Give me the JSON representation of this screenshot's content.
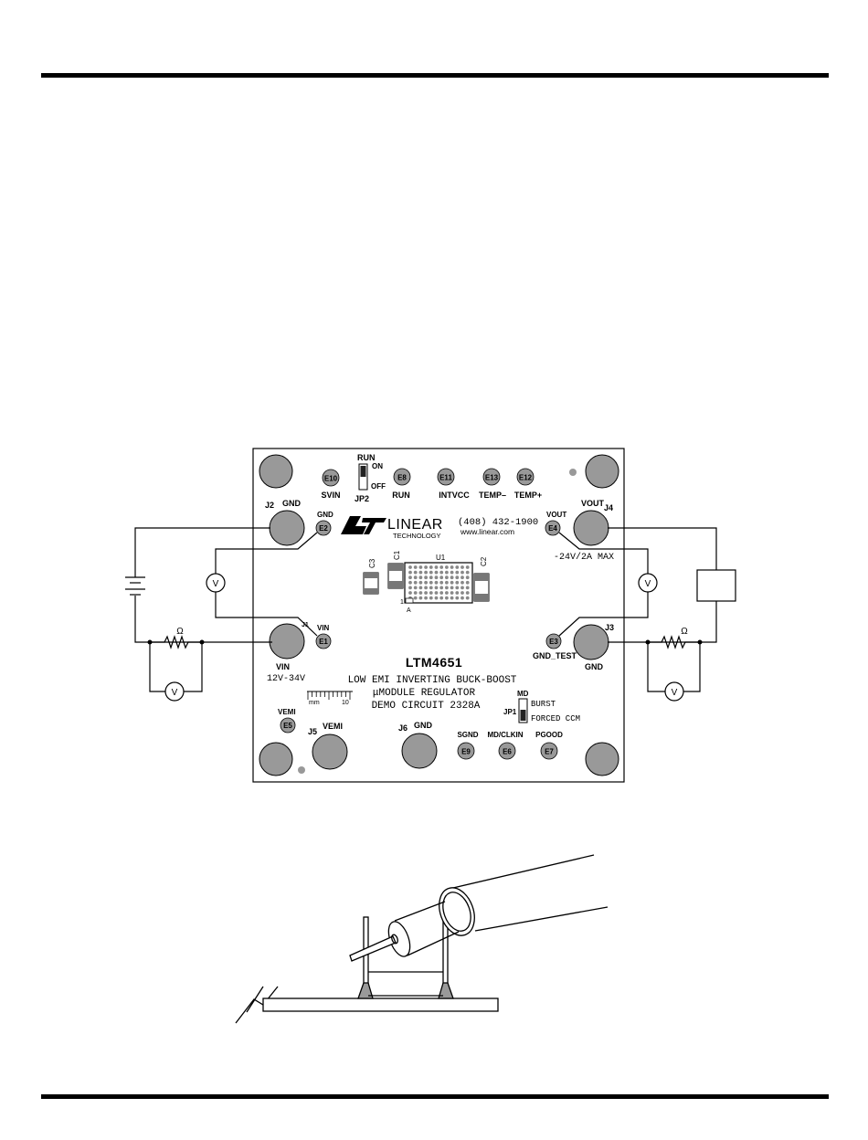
{
  "board": {
    "labels": {
      "run": "RUN",
      "on": "ON",
      "off": "OFF",
      "jp2": "JP2",
      "j2": "J2",
      "gnd_j2": "GND",
      "gnd_e2": "GND",
      "j4": "J4",
      "vout_j4": "VOUT",
      "vout_e4": "VOUT",
      "vout_spec": "-24V/2A MAX",
      "j1": "J1",
      "vin_j1": "VIN",
      "vin_main": "VIN",
      "vin_range": "12V-34V",
      "j3": "J3",
      "gnd_j3": "GND",
      "gnd_test": "GND_TEST",
      "c3": "C3",
      "c1": "C1",
      "c2": "C2",
      "u1": "U1",
      "pin1": "1",
      "pinA": "A",
      "title1": "LTM4651",
      "title2": "LOW EMI INVERTING BUCK-BOOST",
      "title3": "μMODULE REGULATOR",
      "title4": "DEMO CIRCUIT 2328A",
      "md": "MD",
      "jp1": "JP1",
      "burst": "BURST",
      "forced_ccm": "FORCED CCM",
      "vemi_e5": "VEMI",
      "j5": "J5",
      "vemi_j5": "VEMI",
      "j6": "J6",
      "gnd_j6": "GND",
      "ruler_mm": "mm",
      "ruler_10": "10",
      "sgnd": "SGND",
      "md_clkin": "MD/CLKIN",
      "pgood": "PGOOD",
      "svin": "SVIN",
      "run_e8": "RUN",
      "intvcc": "INTVCC",
      "temp_minus": "TEMP–",
      "temp_plus": "TEMP+"
    },
    "logo": {
      "name": "LINEAR",
      "sub": "TECHNOLOGY"
    },
    "contact": {
      "phone": "(408)  432-1900",
      "web": "www.linear.com"
    },
    "turrets": {
      "e1": "E1",
      "e2": "E2",
      "e3": "E3",
      "e4": "E4",
      "e5": "E5",
      "e6": "E6",
      "e7": "E7",
      "e8": "E8",
      "e9": "E9",
      "e10": "E10",
      "e11": "E11",
      "e12": "E12",
      "e13": "E13"
    }
  },
  "meters": {
    "voltmeter_symbol": "V",
    "ohm_left": "Ω",
    "ohm_right": "Ω"
  }
}
